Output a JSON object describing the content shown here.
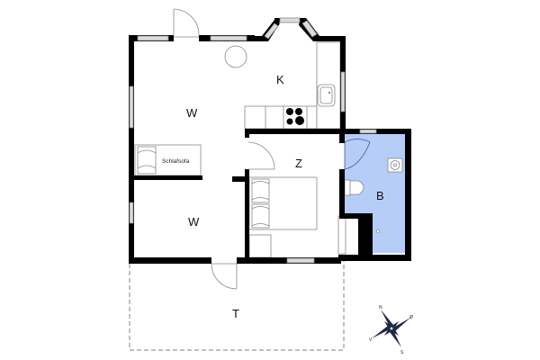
{
  "plan": {
    "type": "floor-plan",
    "colors": {
      "wall": "#000000",
      "bathroom_fill": "#b5cdf7",
      "window_frame": "#888888",
      "window_glass": "#d9d9d9",
      "line": "#888888",
      "terrace_dash": "#999999",
      "compass": "#1f2a48"
    },
    "rooms": [
      {
        "id": "kitchen",
        "label": "K"
      },
      {
        "id": "living-top",
        "label": "W"
      },
      {
        "id": "living-bottom",
        "label": "W"
      },
      {
        "id": "bedroom",
        "label": "Z"
      },
      {
        "id": "bathroom",
        "label": "B"
      },
      {
        "id": "terrace",
        "label": "T"
      }
    ],
    "furniture": {
      "sofa_label": "Schlafsofa"
    },
    "compass": {
      "north": "N",
      "east": "Ø",
      "south": "S",
      "west": "V"
    }
  }
}
